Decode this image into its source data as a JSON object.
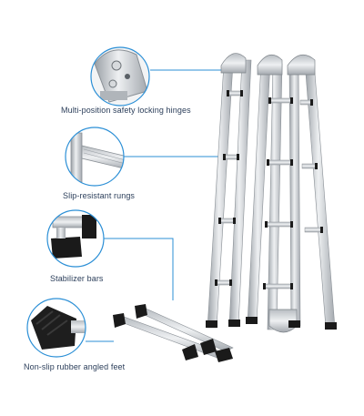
{
  "features": [
    {
      "label": "Multi-position safety locking hinges",
      "icon": "hinge-icon"
    },
    {
      "label": "Slip-resistant rungs",
      "icon": "rung-icon"
    },
    {
      "label": "Stabilizer bars",
      "icon": "stabilizer-icon"
    },
    {
      "label": "Non-slip rubber angled feet",
      "icon": "rubber-foot-icon"
    }
  ],
  "colors": {
    "accent": "#2b8fd6",
    "text": "#2b3e5a",
    "aluminum": "#c9cdd2"
  }
}
